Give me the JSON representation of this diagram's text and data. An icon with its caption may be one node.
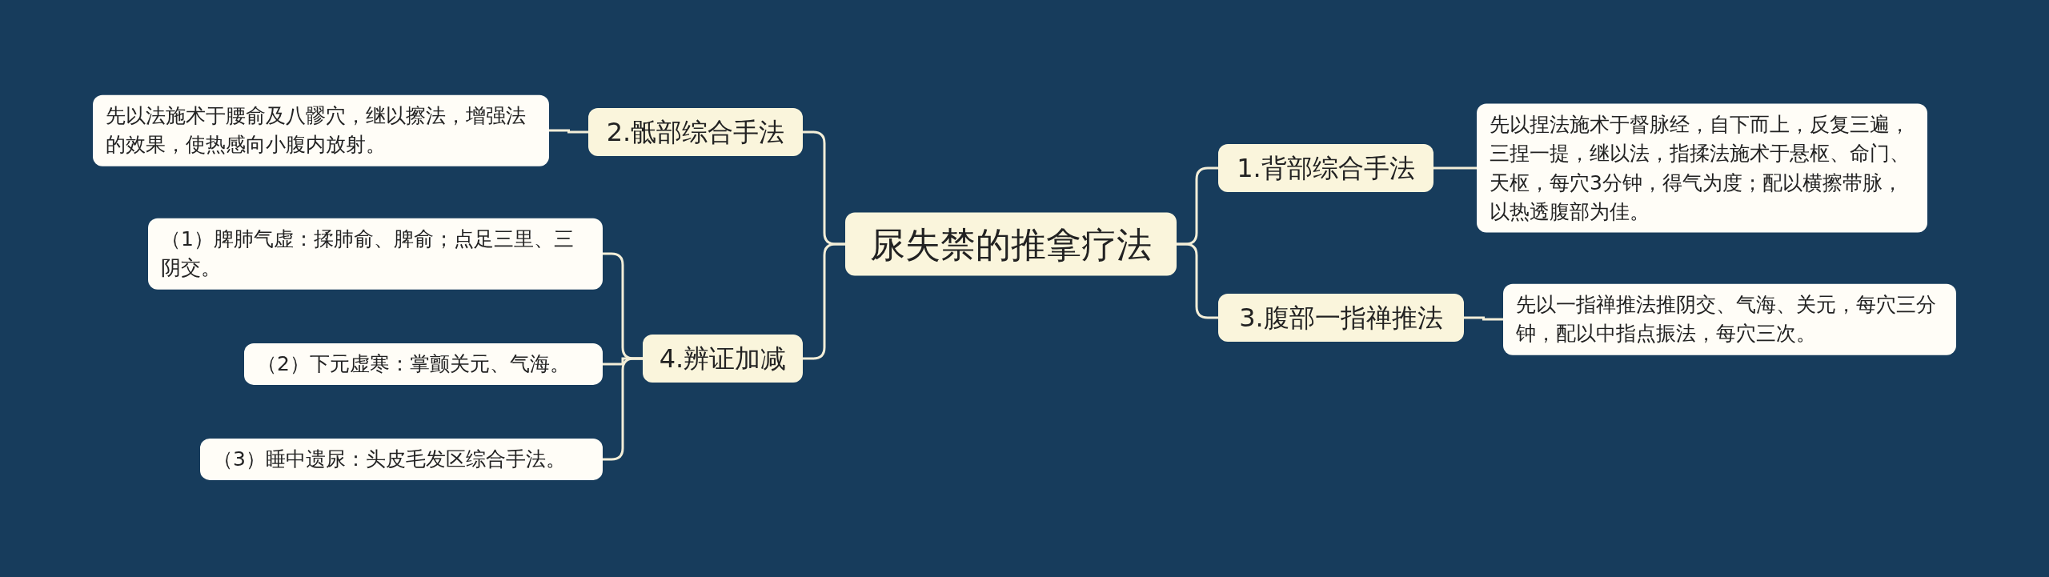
{
  "diagram": {
    "nodes": [
      {
        "text": [
          "尿失禁的推拿疗法"
        ]
      },
      {
        "text": [
          "2.骶部综合手法"
        ]
      },
      {
        "text": [
          "先以法施术于腰俞及八髎穴，继以擦法，增强法的效果，使热感向小腹内放射。"
        ]
      },
      {
        "text": [
          "1.背部综合手法"
        ]
      },
      {
        "text": [
          "先以捏法施术于督脉经，自下而上，反复三遍，三捏一提，继以法，指揉法施术于悬枢、命门、天枢，每穴3分钟，得气为度；配以横擦带脉，以热透腹部为佳。"
        ]
      },
      {
        "text": [
          "4.辨证加减"
        ]
      },
      {
        "text": [
          "（1）脾肺气虚：揉肺俞、脾俞；点足三里、三阴交。"
        ]
      },
      {
        "text": [
          "（2）下元虚寒：掌颤关元、气海。"
        ]
      },
      {
        "text": [
          "（3）睡中遗尿：头皮毛发区综合手法。"
        ]
      },
      {
        "text": [
          "3.腹部一指禅推法"
        ]
      },
      {
        "text": [
          "先以一指禅推法推阴交、气海、关元，每穴三分钟，配以中指点振法，每穴三次。"
        ]
      }
    ],
    "edges": [
      {
        "from": 0,
        "to": 1,
        "arrow": "none"
      },
      {
        "from": 0,
        "to": 3,
        "arrow": "none"
      },
      {
        "from": 0,
        "to": 5,
        "arrow": "none"
      },
      {
        "from": 0,
        "to": 9,
        "arrow": "none"
      },
      {
        "from": 1,
        "to": 2,
        "arrow": "none"
      },
      {
        "from": 3,
        "to": 4,
        "arrow": "none"
      },
      {
        "from": 5,
        "to": 6,
        "arrow": "none"
      },
      {
        "from": 5,
        "to": 7,
        "arrow": "none"
      },
      {
        "from": 5,
        "to": 8,
        "arrow": "none"
      },
      {
        "from": 9,
        "to": 10,
        "arrow": "none"
      }
    ]
  }
}
